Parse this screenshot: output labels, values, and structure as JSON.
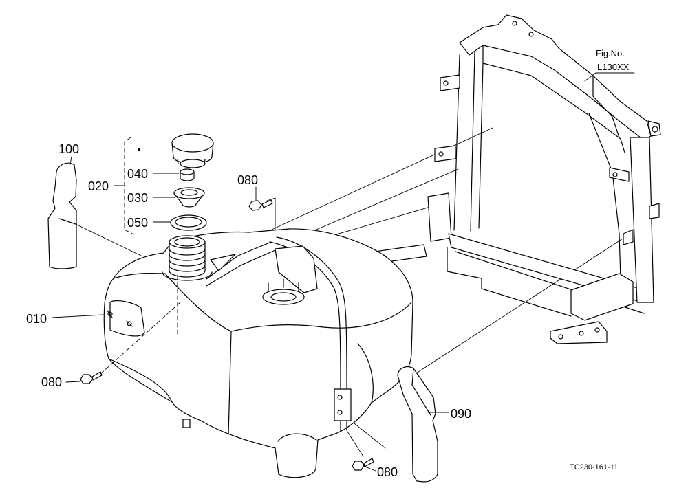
{
  "figure": {
    "label": "Fig.No.",
    "number": "L130XX"
  },
  "callouts": [
    {
      "number": "100"
    },
    {
      "number": "040"
    },
    {
      "number": "020"
    },
    {
      "number": "030"
    },
    {
      "number": "050"
    },
    {
      "number": "080"
    },
    {
      "number": "010"
    },
    {
      "number": "080"
    },
    {
      "number": "090"
    },
    {
      "number": "080"
    }
  ],
  "drawing_code": "TC230-161-11",
  "colors": {
    "line": "#000000",
    "background": "#ffffff"
  }
}
